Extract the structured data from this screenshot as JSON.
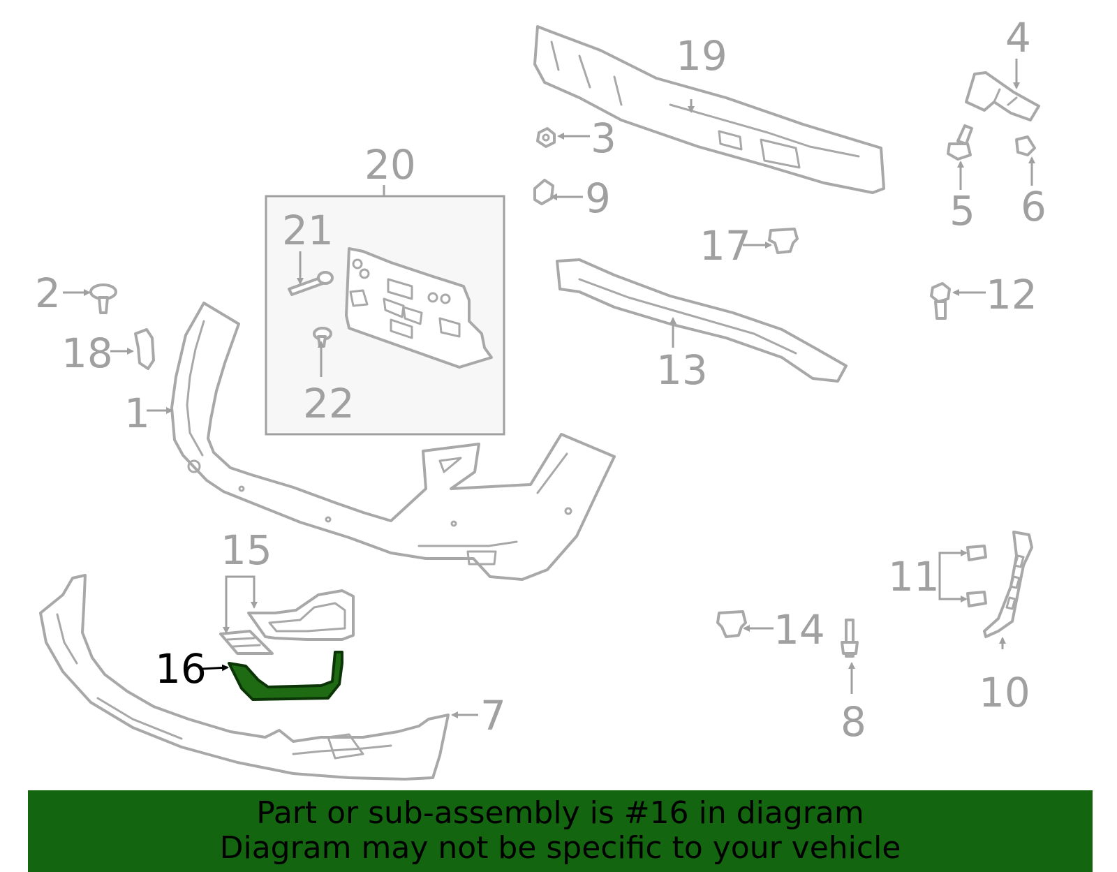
{
  "highlight": {
    "part": "16",
    "color": "#1f6b14"
  },
  "callouts": {
    "c1": "1",
    "c2": "2",
    "c3": "3",
    "c4": "4",
    "c5": "5",
    "c6": "6",
    "c7": "7",
    "c8": "8",
    "c9": "9",
    "c10": "10",
    "c11": "11",
    "c12": "12",
    "c13": "13",
    "c14": "14",
    "c15": "15",
    "c16": "16",
    "c17": "17",
    "c18": "18",
    "c19": "19",
    "c20": "20",
    "c21": "21",
    "c22": "22"
  },
  "banner": {
    "line1": "Part or sub-assembly is #16 in diagram",
    "line2": "Diagram may not be specific to your vehicle",
    "background": "#146510"
  }
}
